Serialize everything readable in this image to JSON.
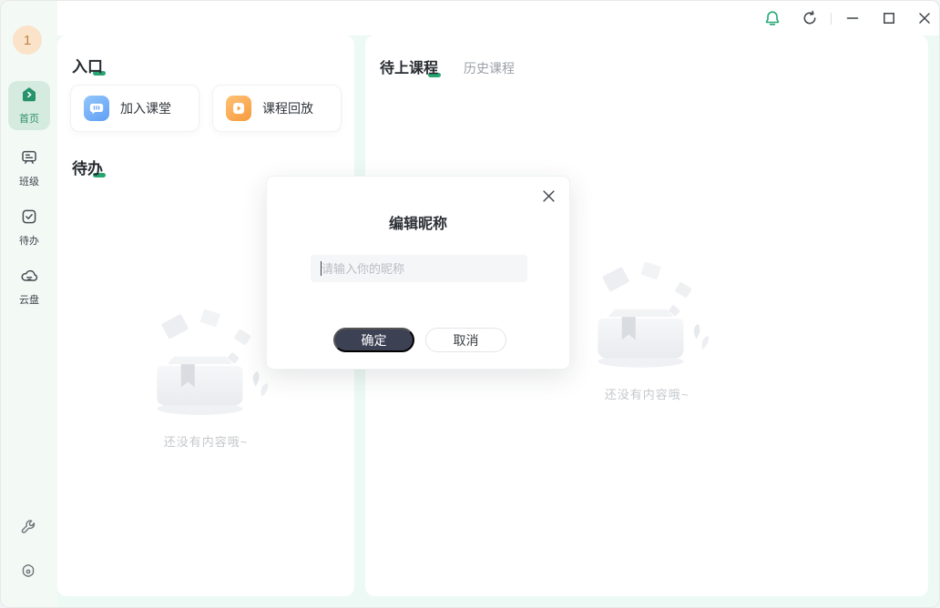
{
  "colors": {
    "accent_green": "#27a571",
    "confirm_dark": "#3c4154",
    "sidebar_bg": "#f3faf6",
    "window_bg": "#edf9f4"
  },
  "titlebar": {
    "icons": [
      "bell-icon",
      "refresh-icon",
      "minimize-icon",
      "maximize-icon",
      "close-icon"
    ]
  },
  "sidebar": {
    "avatar_text": "1",
    "items": [
      {
        "label": "首页",
        "icon": "home-icon",
        "active": true
      },
      {
        "label": "班级",
        "icon": "class-icon",
        "active": false
      },
      {
        "label": "待办",
        "icon": "todo-icon",
        "active": false
      },
      {
        "label": "云盘",
        "icon": "cloud-icon",
        "active": false
      }
    ],
    "tools": [
      "wrench-icon",
      "settings-icon"
    ]
  },
  "entry_section": {
    "title": "入口",
    "cards": [
      {
        "label": "加入课堂",
        "icon": "join-class-icon"
      },
      {
        "label": "课程回放",
        "icon": "course-replay-icon"
      }
    ]
  },
  "todo_section": {
    "title": "待办",
    "empty_text": "还没有内容哦~"
  },
  "courses_panel": {
    "tabs": [
      {
        "label": "待上课程",
        "active": true
      },
      {
        "label": "历史课程",
        "active": false
      }
    ],
    "empty_text": "还没有内容哦~"
  },
  "dialog": {
    "title": "编辑昵称",
    "input_value": "",
    "input_placeholder": "请输入你的昵称",
    "confirm_label": "确定",
    "cancel_label": "取消"
  }
}
